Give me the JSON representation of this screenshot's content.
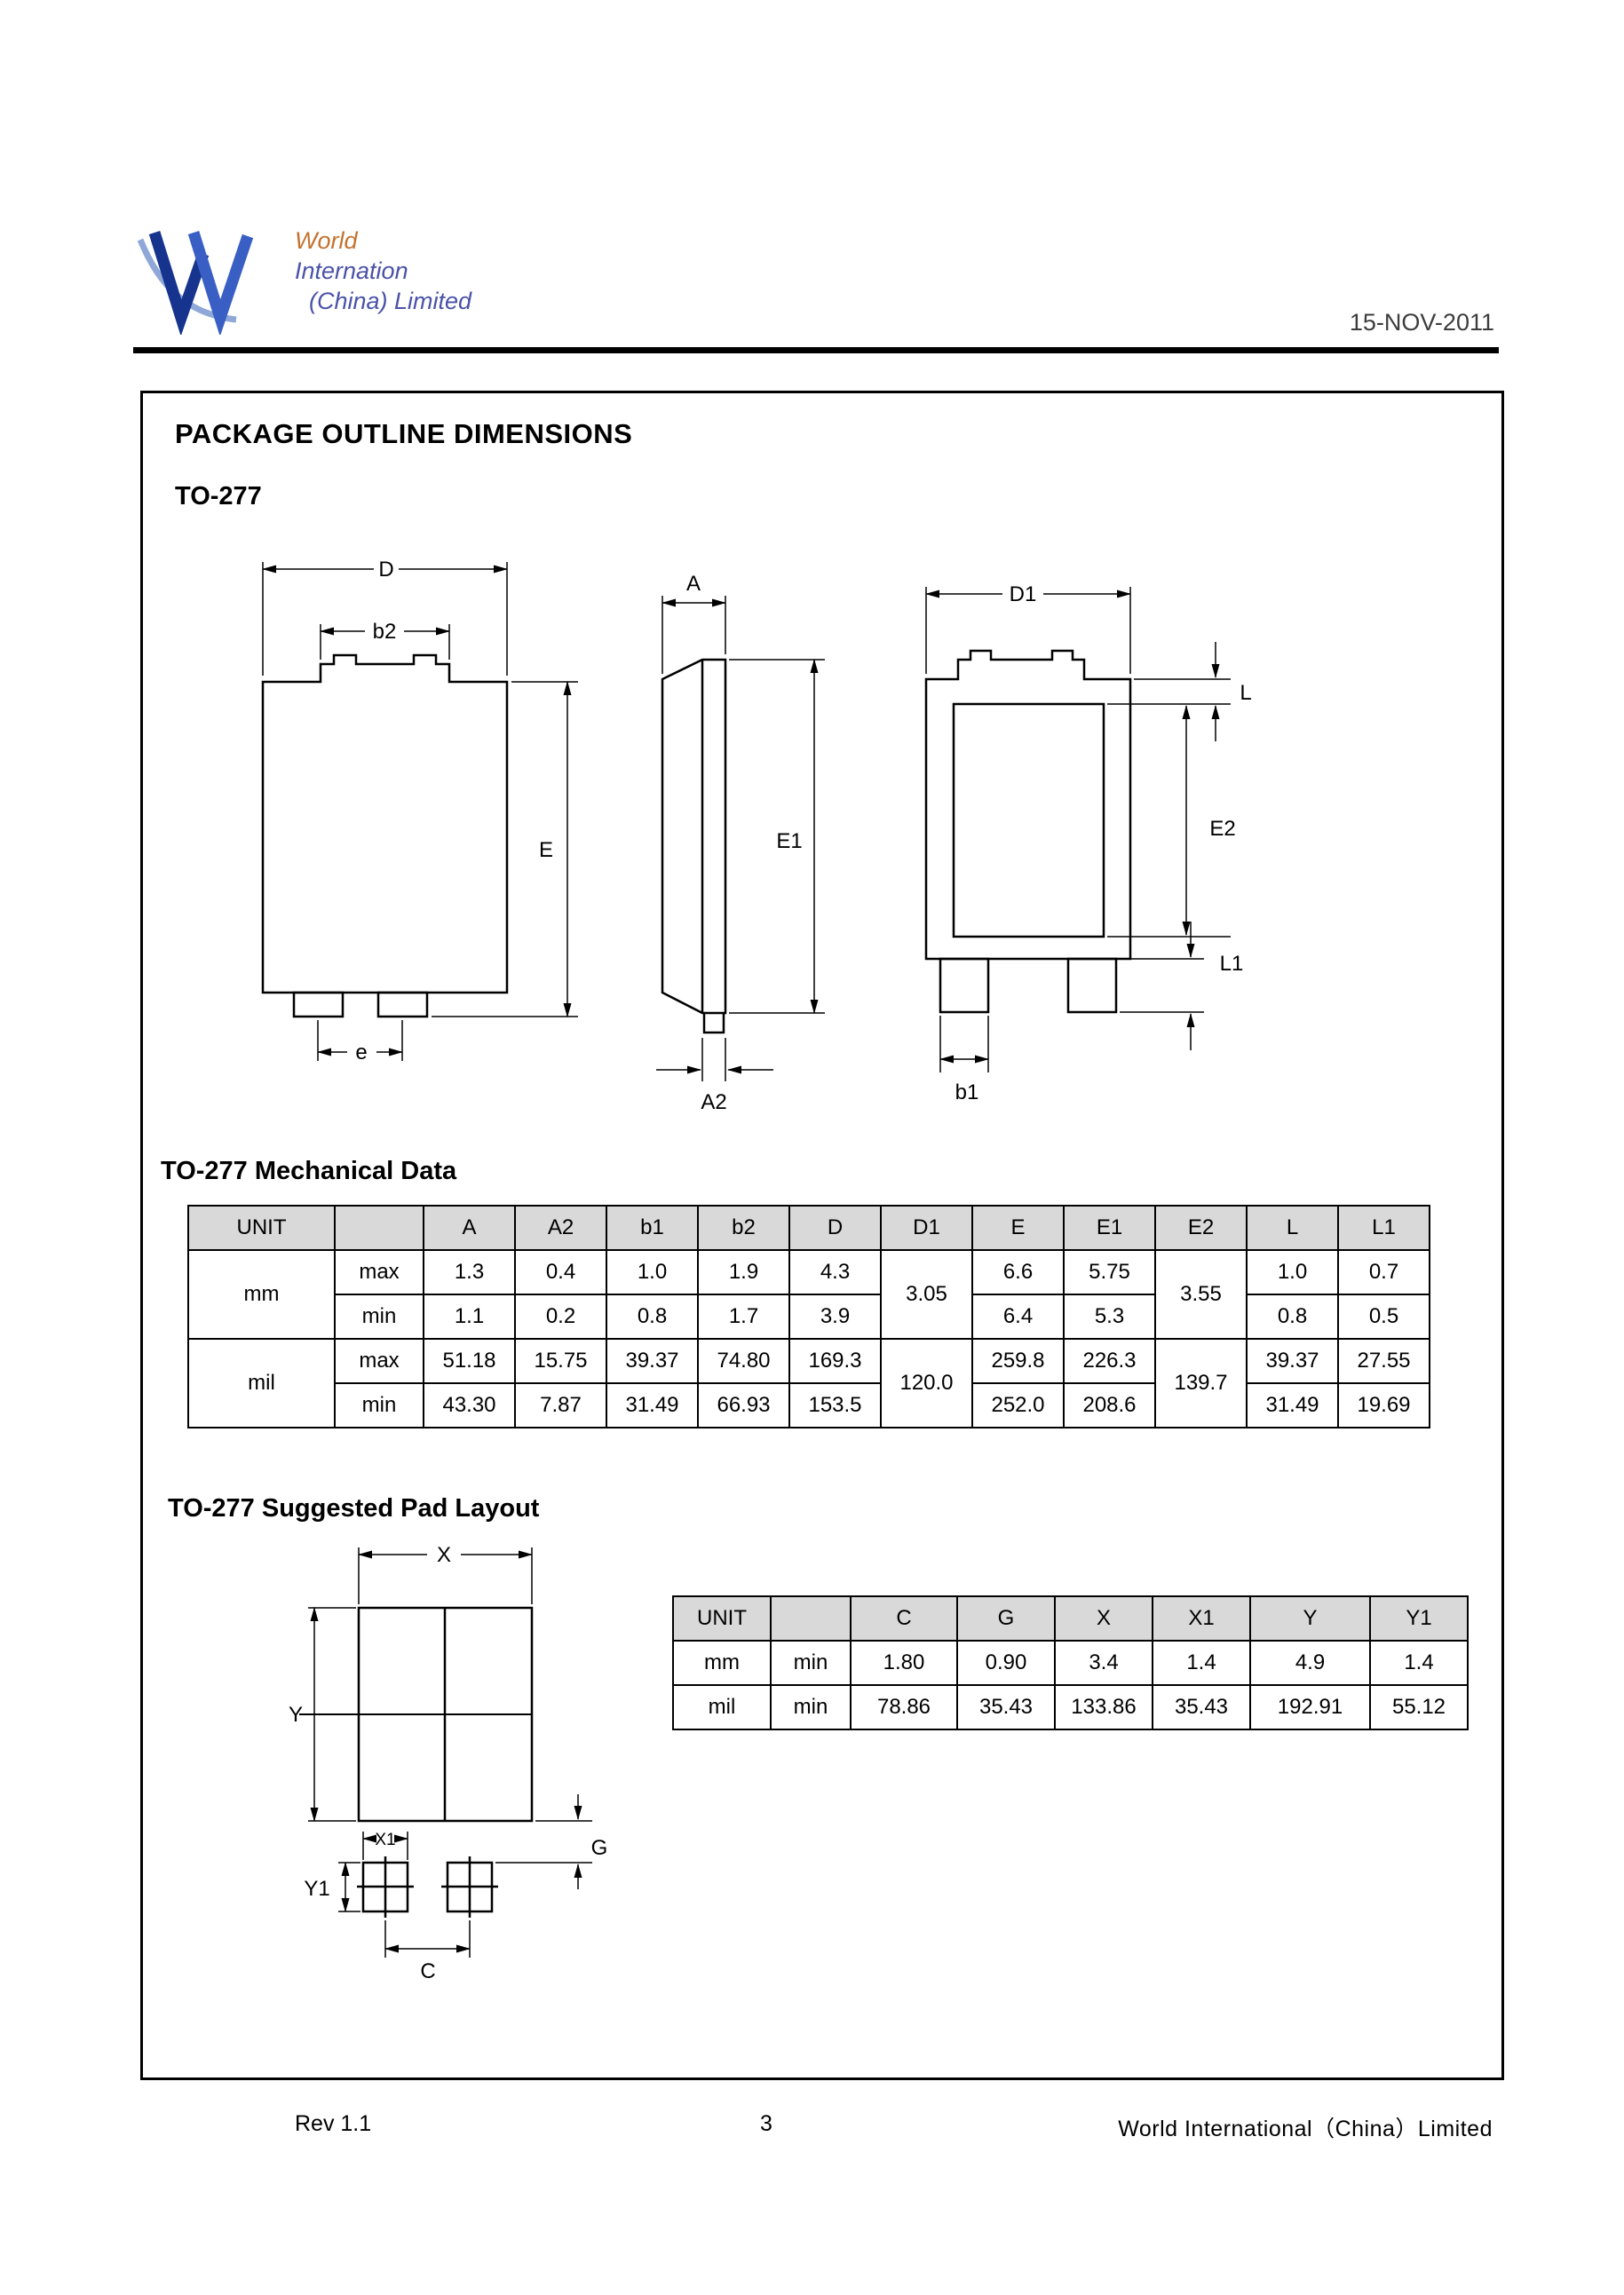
{
  "header": {
    "logo": {
      "line1": "World",
      "line2": "Internation",
      "line3": "(China) Limited"
    },
    "date": "15-NOV-2011"
  },
  "colors": {
    "logo_world": "#c4722e",
    "logo_blue": "#4a52a8",
    "logo_w_dark": "#16338e",
    "logo_w_mid": "#3a5fc4",
    "logo_swoosh": "#8fa8d8",
    "table_header_bg": "#d9d9d9"
  },
  "page": {
    "title": "PACKAGE OUTLINE DIMENSIONS",
    "package": "TO-277",
    "mech_section_title": "TO-277 Mechanical Data",
    "pad_section_title": "TO-277 Suggested Pad Layout"
  },
  "outline": {
    "front": {
      "d": "D",
      "b2": "b2",
      "e_big": "E",
      "e_small": "e"
    },
    "side": {
      "a": "A",
      "e1": "E1",
      "a2": "A2"
    },
    "bottom": {
      "d1": "D1",
      "l": "L",
      "e2": "E2",
      "l1": "L1",
      "b1": "b1"
    }
  },
  "pad_drawing": {
    "x": "X",
    "y": "Y",
    "x1": "X1",
    "g": "G",
    "y1": "Y1",
    "c": "C"
  },
  "mech_table": {
    "unit_header": "UNIT",
    "cols": [
      "A",
      "A2",
      "b1",
      "b2",
      "D",
      "D1",
      "E",
      "E1",
      "E2",
      "L",
      "L1"
    ],
    "mm_label": "mm",
    "mil_label": "mil",
    "max_label": "max",
    "min_label": "min",
    "mm_max": [
      "1.3",
      "0.4",
      "1.0",
      "1.9",
      "4.3",
      "6.6",
      "5.75",
      "1.0",
      "0.7"
    ],
    "mm_min": [
      "1.1",
      "0.2",
      "0.8",
      "1.7",
      "3.9",
      "6.4",
      "5.3",
      "0.8",
      "0.5"
    ],
    "mm_d1": "3.05",
    "mm_e2": "3.55",
    "mil_max": [
      "51.18",
      "15.75",
      "39.37",
      "74.80",
      "169.3",
      "259.8",
      "226.3",
      "39.37",
      "27.55"
    ],
    "mil_min": [
      "43.30",
      "7.87",
      "31.49",
      "66.93",
      "153.5",
      "252.0",
      "208.6",
      "31.49",
      "19.69"
    ],
    "mil_d1": "120.0",
    "mil_e2": "139.7"
  },
  "pad_table": {
    "unit_header": "UNIT",
    "cols": [
      "C",
      "G",
      "X",
      "X1",
      "Y",
      "Y1"
    ],
    "rows": [
      {
        "unit": "mm",
        "label": "min",
        "values": [
          "1.80",
          "0.90",
          "3.4",
          "1.4",
          "4.9",
          "1.4"
        ]
      },
      {
        "unit": "mil",
        "label": "min",
        "values": [
          "78.86",
          "35.43",
          "133.86",
          "35.43",
          "192.91",
          "55.12"
        ]
      }
    ]
  },
  "footer": {
    "rev": "Rev 1.1",
    "page_num": "3",
    "company": "World International（China）Limited"
  }
}
